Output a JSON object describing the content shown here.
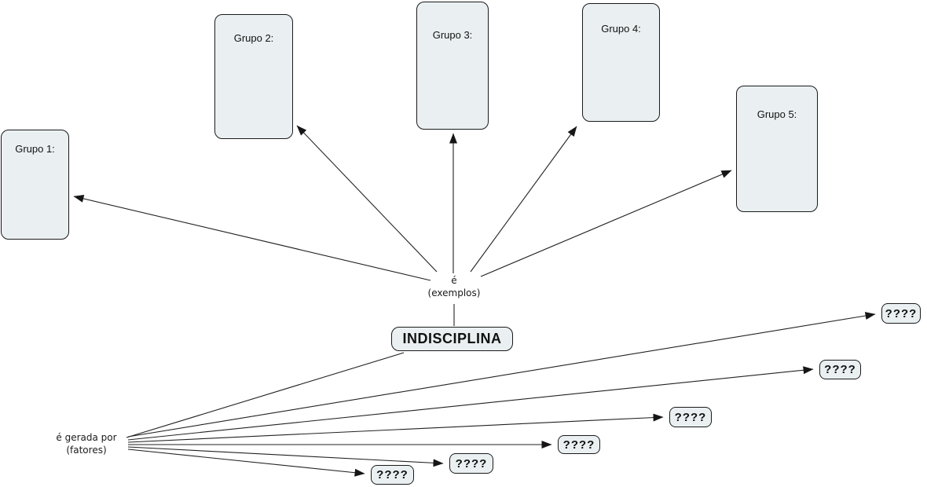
{
  "colors": {
    "background": "#ffffff",
    "node_fill": "#eaf0f2",
    "node_border": "#1a1a1a",
    "line": "#222222",
    "text": "#111111"
  },
  "central_node": {
    "label": "INDISCIPLINA"
  },
  "link_labels": {
    "examples": {
      "line1": "é",
      "line2": "(exemplos)"
    },
    "factors": {
      "line1": "é gerada por",
      "line2": "(fatores)"
    }
  },
  "groups": [
    {
      "label": "Grupo 1:"
    },
    {
      "label": "Grupo 2:"
    },
    {
      "label": "Grupo 3:"
    },
    {
      "label": "Grupo 4:"
    },
    {
      "label": "Grupo 5:"
    }
  ],
  "factors": [
    {
      "label": "????"
    },
    {
      "label": "????"
    },
    {
      "label": "????"
    },
    {
      "label": "????"
    },
    {
      "label": "????"
    },
    {
      "label": "????"
    }
  ]
}
